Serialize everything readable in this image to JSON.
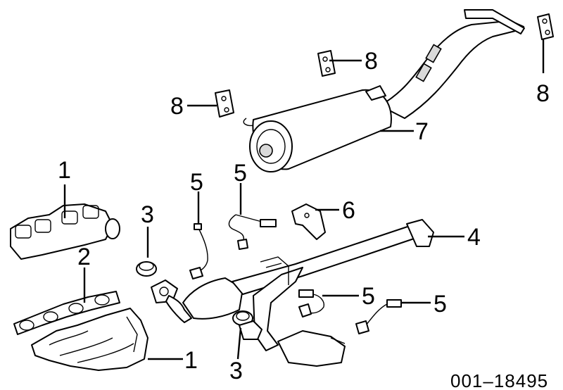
{
  "diagram": {
    "reference_code": "001–18495",
    "callouts": [
      {
        "id": "c1a",
        "label": "1"
      },
      {
        "id": "c1b",
        "label": "1"
      },
      {
        "id": "c2",
        "label": "2"
      },
      {
        "id": "c3a",
        "label": "3"
      },
      {
        "id": "c3b",
        "label": "3"
      },
      {
        "id": "c4",
        "label": "4"
      },
      {
        "id": "c5a",
        "label": "5"
      },
      {
        "id": "c5b",
        "label": "5"
      },
      {
        "id": "c5c",
        "label": "5"
      },
      {
        "id": "c5d",
        "label": "5"
      },
      {
        "id": "c6",
        "label": "6"
      },
      {
        "id": "c7",
        "label": "7"
      },
      {
        "id": "c8a",
        "label": "8"
      },
      {
        "id": "c8b",
        "label": "8"
      },
      {
        "id": "c8c",
        "label": "8"
      }
    ]
  }
}
